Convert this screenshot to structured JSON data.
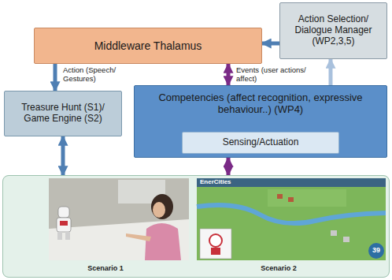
{
  "diagram": {
    "nodes": [
      {
        "text": [
          "Middleware Thalamus"
        ]
      },
      {
        "text": [
          "Action Selection/ Dialogue Manager (WP2,3,5)"
        ]
      },
      {
        "text": [
          "Treasure Hunt (S1)/ Game Engine (S2)"
        ]
      },
      {
        "text": [
          "Competencies (affect recognition, expressive behaviour..) (WP4)"
        ]
      },
      {
        "text": [
          "Sensing/Actuation"
        ],
        "in": 3
      },
      {
        "text": [
          "Scenario 1",
          "Scenario 2"
        ]
      }
    ],
    "edges": [
      {
        "from": 0,
        "to": 2,
        "arrow": "to",
        "label": "Action (Speech/ Gestures)"
      },
      {
        "from": 1,
        "to": 0,
        "arrow": "to"
      },
      {
        "from": 0,
        "to": 3,
        "arrow": "both"
      },
      {
        "from": 3,
        "to": 1,
        "arrow": "to",
        "label": "Events (user actions/ affect)"
      },
      {
        "from": 2,
        "to": 5,
        "arrow": "both"
      },
      {
        "from": 3,
        "to": 5,
        "arrow": "both"
      }
    ],
    "labels": [
      "EnerCities",
      "39"
    ]
  }
}
